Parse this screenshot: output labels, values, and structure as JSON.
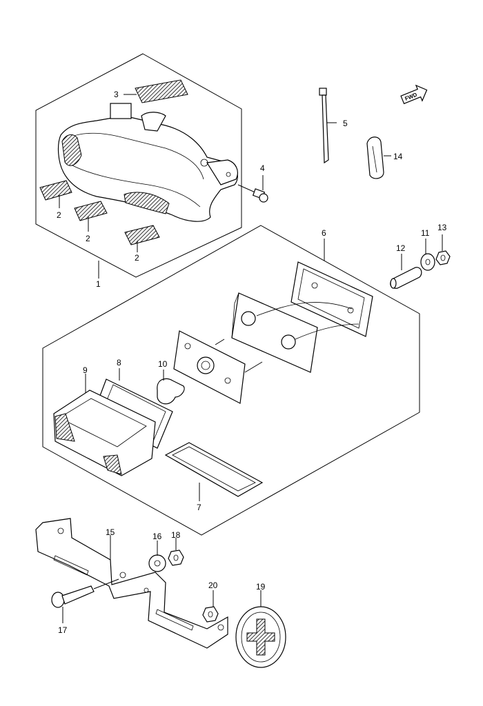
{
  "diagram": {
    "callouts": [
      {
        "id": "1",
        "label": "1"
      },
      {
        "id": "2a",
        "label": "2"
      },
      {
        "id": "2b",
        "label": "2"
      },
      {
        "id": "2c",
        "label": "2"
      },
      {
        "id": "3",
        "label": "3"
      },
      {
        "id": "4",
        "label": "4"
      },
      {
        "id": "5",
        "label": "5"
      },
      {
        "id": "6",
        "label": "6"
      },
      {
        "id": "7",
        "label": "7"
      },
      {
        "id": "8",
        "label": "8"
      },
      {
        "id": "9",
        "label": "9"
      },
      {
        "id": "10",
        "label": "10"
      },
      {
        "id": "11",
        "label": "11"
      },
      {
        "id": "12",
        "label": "12"
      },
      {
        "id": "13",
        "label": "13"
      },
      {
        "id": "14",
        "label": "14"
      },
      {
        "id": "15",
        "label": "15"
      },
      {
        "id": "16",
        "label": "16"
      },
      {
        "id": "17",
        "label": "17"
      },
      {
        "id": "18",
        "label": "18"
      },
      {
        "id": "19",
        "label": "19"
      },
      {
        "id": "20",
        "label": "20"
      }
    ],
    "direction_arrow": {
      "text": "FWD",
      "icon": "forward-arrow-icon"
    }
  }
}
